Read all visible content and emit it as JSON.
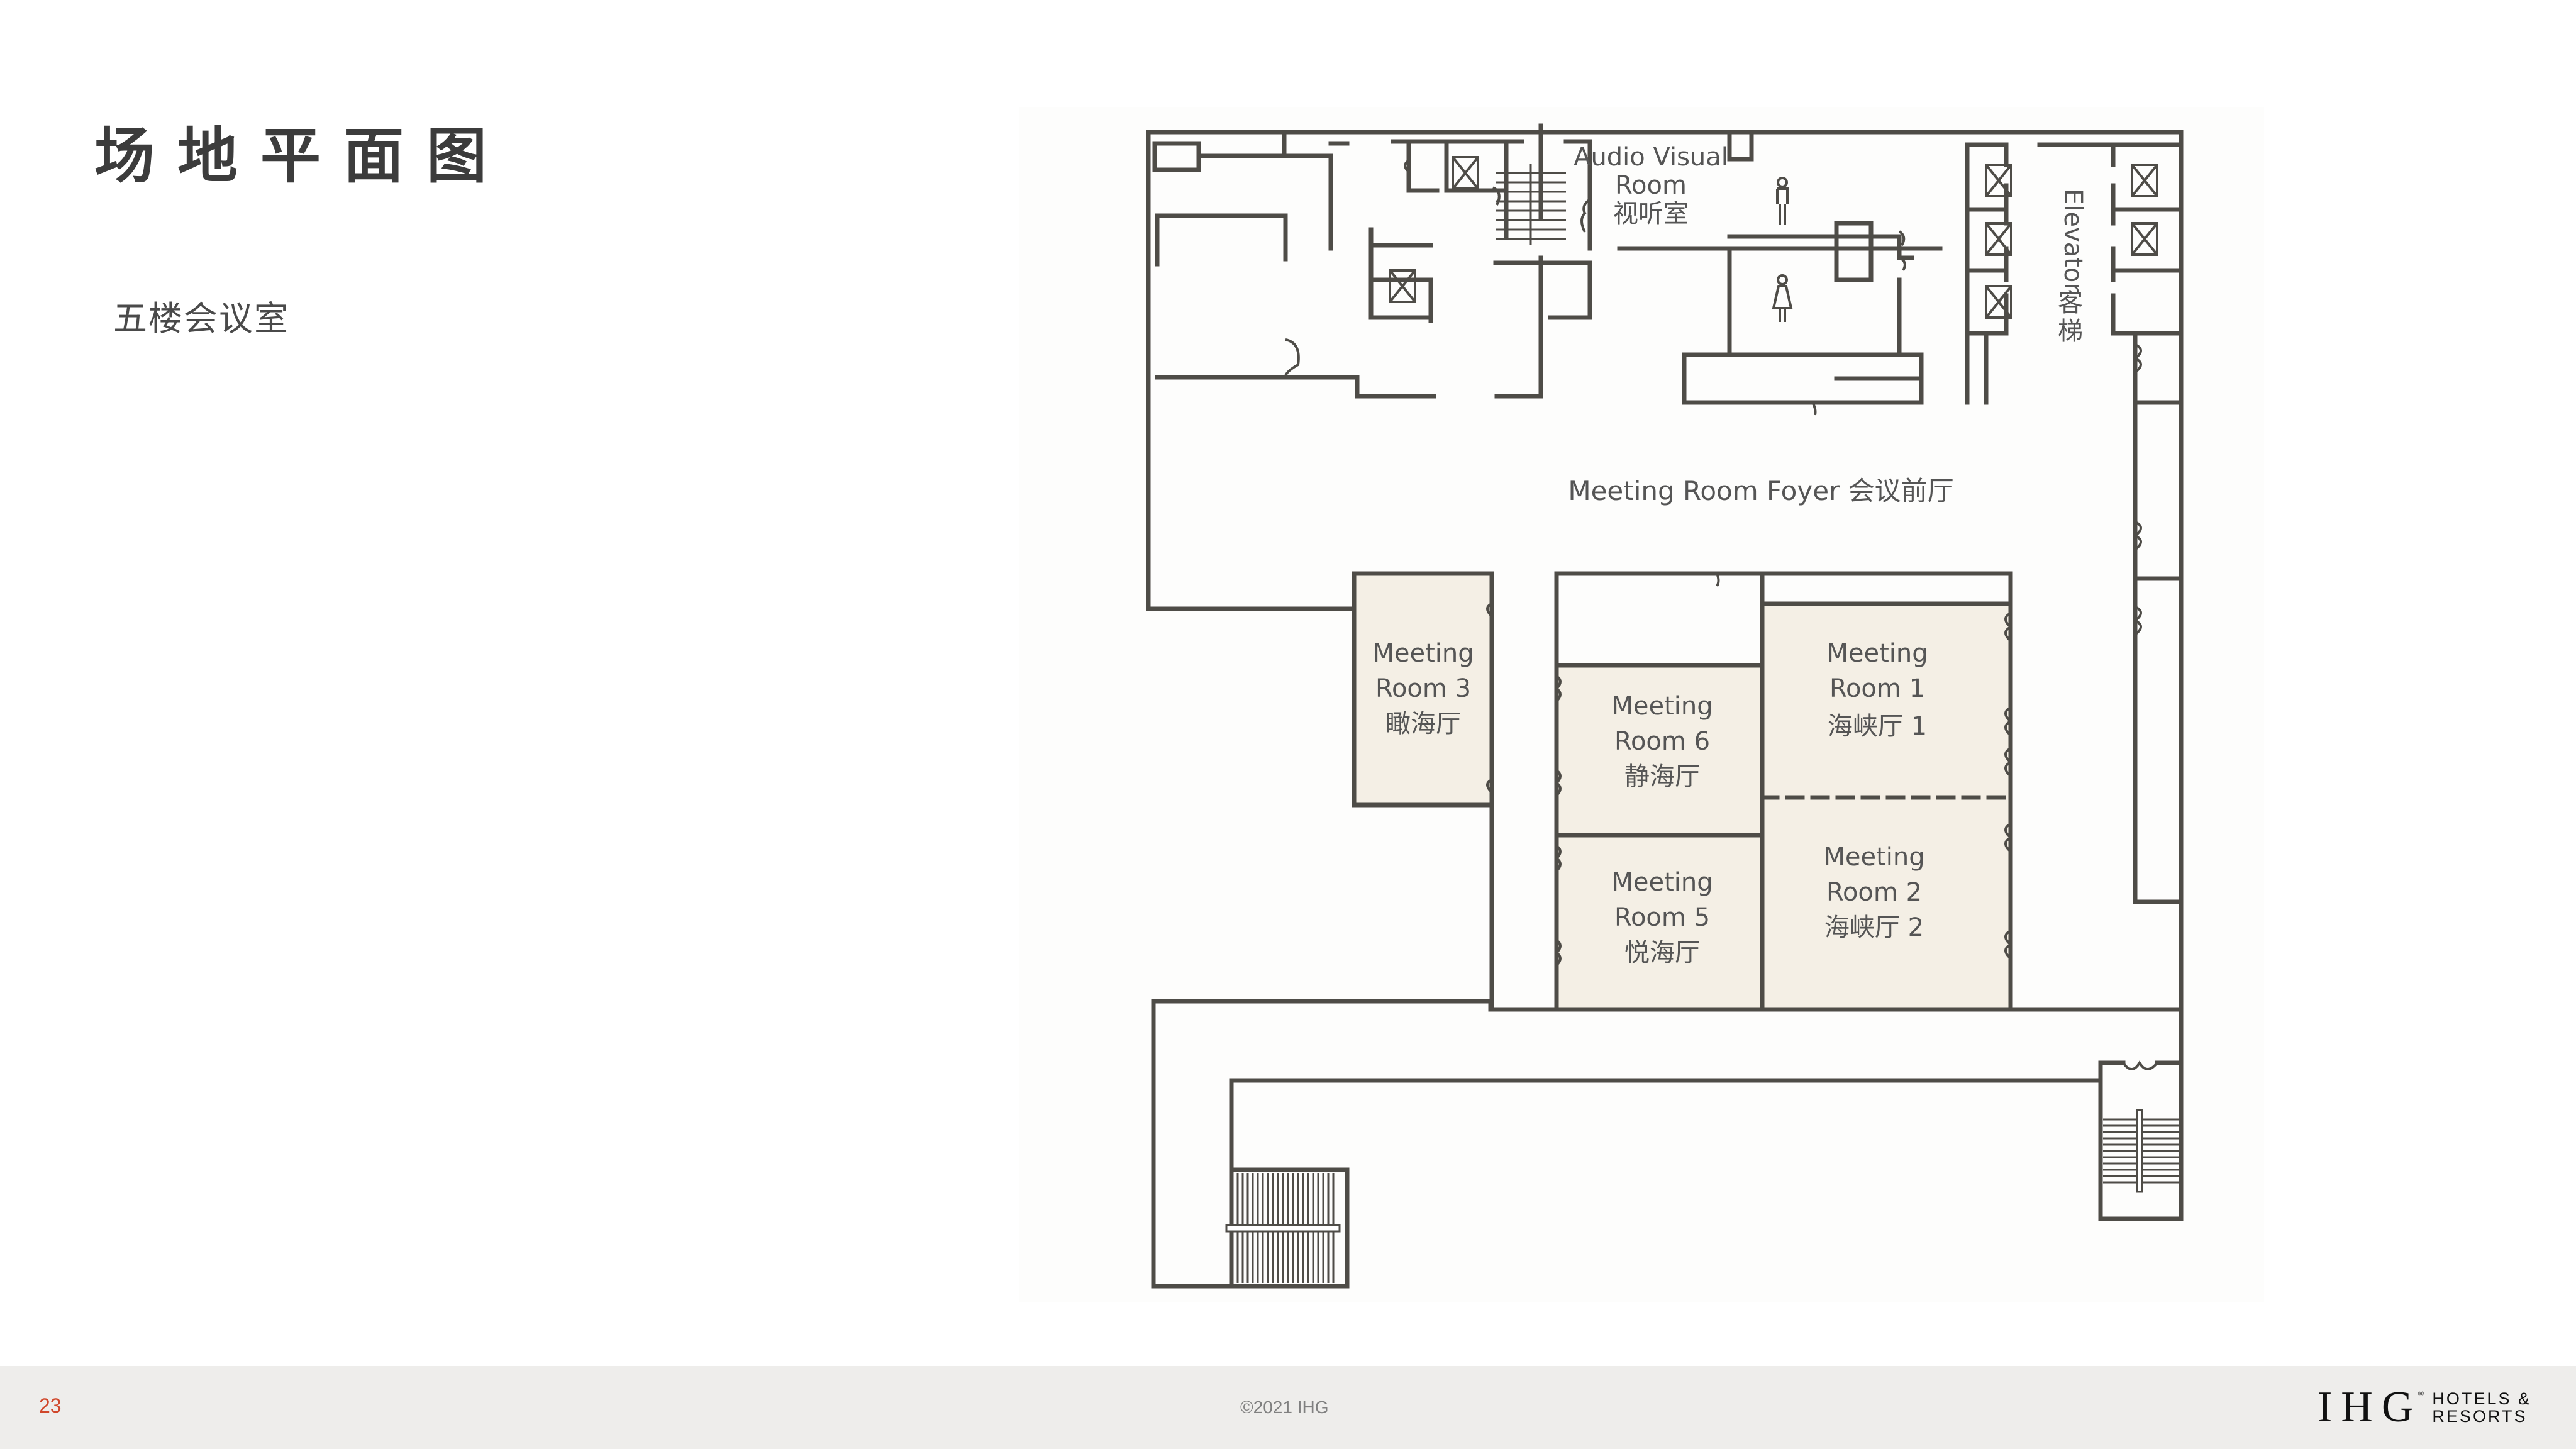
{
  "slide": {
    "title": "场地平面图",
    "subtitle": "五楼会议室"
  },
  "floorplan": {
    "colors": {
      "wall": "#4e4c47",
      "room_fill": "#f4efe5",
      "label": "#555555"
    },
    "labels": {
      "audio_visual_en_1": "Audio Visual",
      "audio_visual_en_2": "Room",
      "audio_visual_zh": "视听室",
      "elevator_en": "Elevator",
      "elevator_zh": "客梯",
      "foyer": "Meeting Room Foyer 会议前厅"
    },
    "rooms": [
      {
        "id": "room3",
        "line1": "Meeting",
        "line2": "Room 3",
        "line3": "瞰海厅"
      },
      {
        "id": "room6",
        "line1": "Meeting",
        "line2": "Room 6",
        "line3": "静海厅"
      },
      {
        "id": "room1",
        "line1": "Meeting",
        "line2": "Room 1",
        "line3": "海峡厅 1"
      },
      {
        "id": "room5",
        "line1": "Meeting",
        "line2": "Room 5",
        "line3": "悦海厅"
      },
      {
        "id": "room2",
        "line1": "Meeting",
        "line2": "Room 2",
        "line3": "海峡厅 2"
      }
    ],
    "icons": [
      "restroom-male-icon",
      "restroom-female-icon",
      "elevator-icon",
      "stairs-icon",
      "door-icon"
    ]
  },
  "footer": {
    "page_number": "23",
    "copyright": "©2021 IHG",
    "logo_mark": "IHG",
    "logo_reg": "®",
    "logo_line1": "HOTELS &",
    "logo_line2": "RESORTS",
    "background": "#eeedeb",
    "page_number_color": "#d0472b"
  }
}
